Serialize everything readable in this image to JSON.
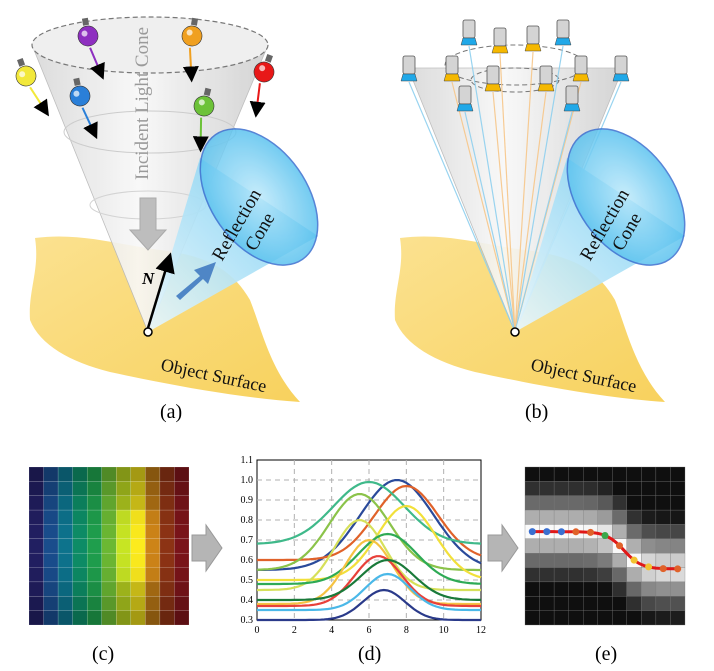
{
  "panel_a": {
    "cone_label": "Incident Light Cone",
    "reflection_label_1": "Reflection",
    "reflection_label_2": "Cone",
    "normal_label": "N",
    "surface_label": "Object Surface",
    "caption": "(a)",
    "bulb_colors": [
      "#8e2fc0",
      "#f0a020",
      "#e81818",
      "#f2e83a",
      "#2a7fd8",
      "#6cc238"
    ]
  },
  "panel_b": {
    "reflection_label_1": "Reflection",
    "reflection_label_2": "Cone",
    "surface_label": "Object Surface",
    "caption": "(b)",
    "camera_colors": {
      "outer": "#20a8e8",
      "inner": "#f5b800"
    }
  },
  "panel_c": {
    "caption": "(c)"
  },
  "panel_d": {
    "caption": "(d)",
    "chart_data": {
      "type": "line",
      "xlim": [
        0,
        12
      ],
      "ylim": [
        0.3,
        1.1
      ],
      "x_ticks": [
        "0",
        "2",
        "4",
        "6",
        "8",
        "10",
        "12"
      ],
      "y_ticks": [
        "0.3",
        "0.4",
        "0.5",
        "0.6",
        "0.7",
        "0.8",
        "0.9",
        "1.0",
        "1.1"
      ],
      "grid": true,
      "series": [
        {
          "color": "#2a4a9a",
          "center": 7.5,
          "width": 2.8,
          "base": 0.55,
          "peak": 1.0
        },
        {
          "color": "#e0622a",
          "center": 8.0,
          "width": 2.4,
          "base": 0.6,
          "peak": 0.97
        },
        {
          "color": "#3fb98a",
          "center": 6.0,
          "width": 2.7,
          "base": 0.68,
          "peak": 0.99
        },
        {
          "color": "#8bc34a",
          "center": 5.5,
          "width": 2.3,
          "base": 0.55,
          "peak": 0.93
        },
        {
          "color": "#f2e03a",
          "center": 8.0,
          "width": 2.2,
          "base": 0.5,
          "peak": 0.87
        },
        {
          "color": "#d6e05a",
          "center": 5.5,
          "width": 1.9,
          "base": 0.45,
          "peak": 0.8
        },
        {
          "color": "#2eaa55",
          "center": 7.0,
          "width": 2.2,
          "base": 0.48,
          "peak": 0.73
        },
        {
          "color": "#f5c242",
          "center": 6.0,
          "width": 1.8,
          "base": 0.38,
          "peak": 0.7
        },
        {
          "color": "#e8403a",
          "center": 6.5,
          "width": 1.8,
          "base": 0.37,
          "peak": 0.62
        },
        {
          "color": "#1a7a3a",
          "center": 7.0,
          "width": 2.0,
          "base": 0.4,
          "peak": 0.6
        },
        {
          "color": "#4ab8e8",
          "center": 7.0,
          "width": 1.7,
          "base": 0.35,
          "peak": 0.53
        },
        {
          "color": "#2a3a8a",
          "center": 6.8,
          "width": 1.6,
          "base": 0.3,
          "peak": 0.45
        }
      ]
    }
  },
  "panel_e": {
    "caption": "(e)"
  }
}
